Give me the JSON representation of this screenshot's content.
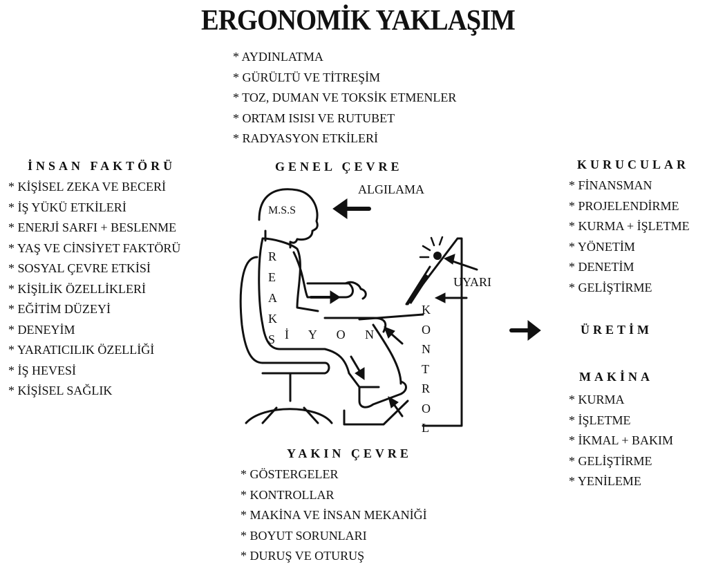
{
  "title": "ERGONOMİK YAKLAŞIM",
  "environment_list": [
    "* AYDINLATMA",
    "* GÜRÜLTÜ VE TİTREŞİM",
    "* TOZ, DUMAN VE TOKSİK ETMENLER",
    "* ORTAM ISISI VE RUTUBET",
    "* RADYASYON ETKİLERİ"
  ],
  "human_factor": {
    "heading": "İNSAN FAKTÖRÜ",
    "items": [
      "* KİŞİSEL ZEKA VE BECERİ",
      "* İŞ YÜKÜ ETKİLERİ",
      "* ENERJİ SARFI + BESLENME",
      "* YAŞ VE CİNSİYET FAKTÖRÜ",
      "* SOSYAL ÇEVRE ETKİSİ",
      "* KİŞİLİK ÖZELLİKLERİ",
      "* EĞİTİM DÜZEYİ",
      "* DENEYİM",
      "* YARATICILIK ÖZELLİĞİ",
      "* İŞ HEVESİ",
      "* KİŞİSEL SAĞLIK"
    ]
  },
  "general_environment": {
    "heading": "GENEL ÇEVRE"
  },
  "diagram": {
    "algilama": "ALGILAMA",
    "mss": "M.S.S",
    "uyari": "UYARI",
    "reaksiyon_vertical": [
      "R",
      "E",
      "A",
      "K",
      "S"
    ],
    "reaksiyon_horizontal": "İ Y O N",
    "kontrol_vertical": [
      "K",
      "O",
      "N",
      "T",
      "R",
      "O",
      "L"
    ]
  },
  "founders": {
    "heading": "KURUCULAR",
    "items": [
      "* FİNANSMAN",
      "* PROJELENDİRME",
      "* KURMA + İŞLETME",
      "* YÖNETİM",
      "* DENETİM",
      "* GELİŞTİRME"
    ]
  },
  "production": {
    "heading": "ÜRETİM"
  },
  "machine": {
    "heading": "MAKİNA",
    "items": [
      "* KURMA",
      "* İŞLETME",
      "* İKMAL + BAKIM",
      "* GELİŞTİRME",
      "* YENİLEME"
    ]
  },
  "near_environment": {
    "heading": "YAKIN ÇEVRE",
    "items": [
      "* GÖSTERGELER",
      "* KONTROLLAR",
      "* MAKİNA VE İNSAN MEKANİĞİ",
      "* BOYUT SORUNLARI",
      "* DURUŞ VE OTURUŞ"
    ]
  }
}
